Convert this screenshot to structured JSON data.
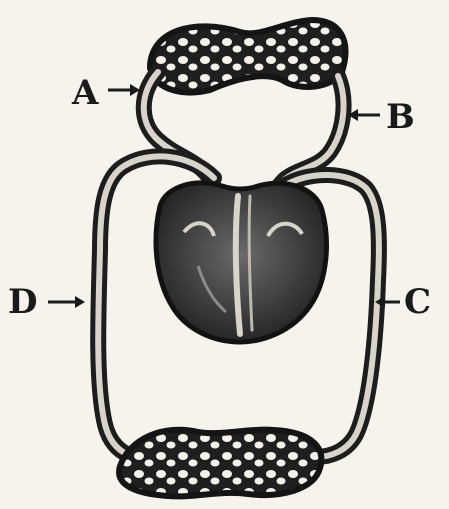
{
  "labels": {
    "a": "A",
    "b": "B",
    "c": "C",
    "d": "D"
  },
  "colors": {
    "vessel": "#1d1d1d",
    "vessel_inner": "#d8d4cc",
    "heart": "#3c3c3c",
    "background": "#f6f3ec"
  }
}
